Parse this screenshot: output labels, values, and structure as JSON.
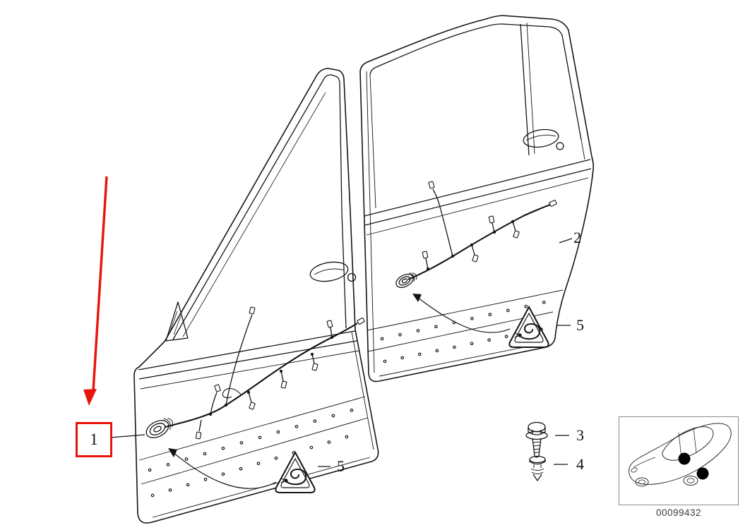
{
  "callouts": {
    "c1": "1",
    "c2": "2",
    "c3": "3",
    "c4": "4",
    "c5_front": "5",
    "c5_rear": "5"
  },
  "footer": {
    "image_number": "00099432"
  },
  "colors": {
    "highlight_red": "#e8140c",
    "line": "#141414"
  },
  "icons": {
    "item5": "snake-warning-triangle",
    "item3": "hex-flange-bolt",
    "item4": "expansion-rivet-clip",
    "thumbnail": "car-door-location-thumbnail",
    "annotation": "red-arrow"
  }
}
